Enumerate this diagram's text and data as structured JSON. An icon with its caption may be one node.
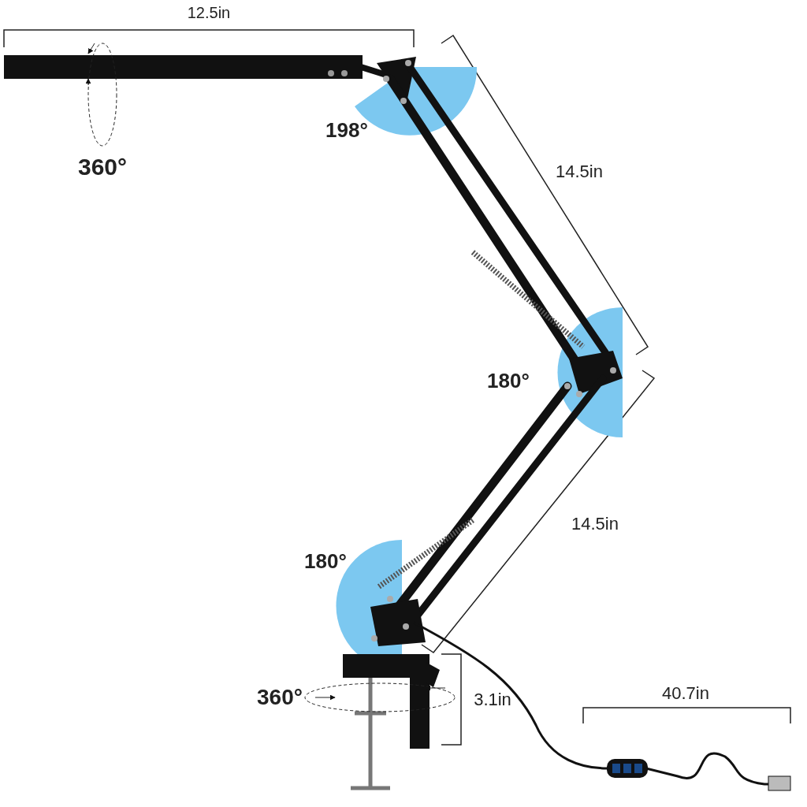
{
  "diagram": {
    "labels": [
      "12.5in",
      "198°",
      "360°",
      "14.5in",
      "180°",
      "14.5in",
      "180°",
      "360°",
      "40.7in",
      "3.1in"
    ]
  }
}
